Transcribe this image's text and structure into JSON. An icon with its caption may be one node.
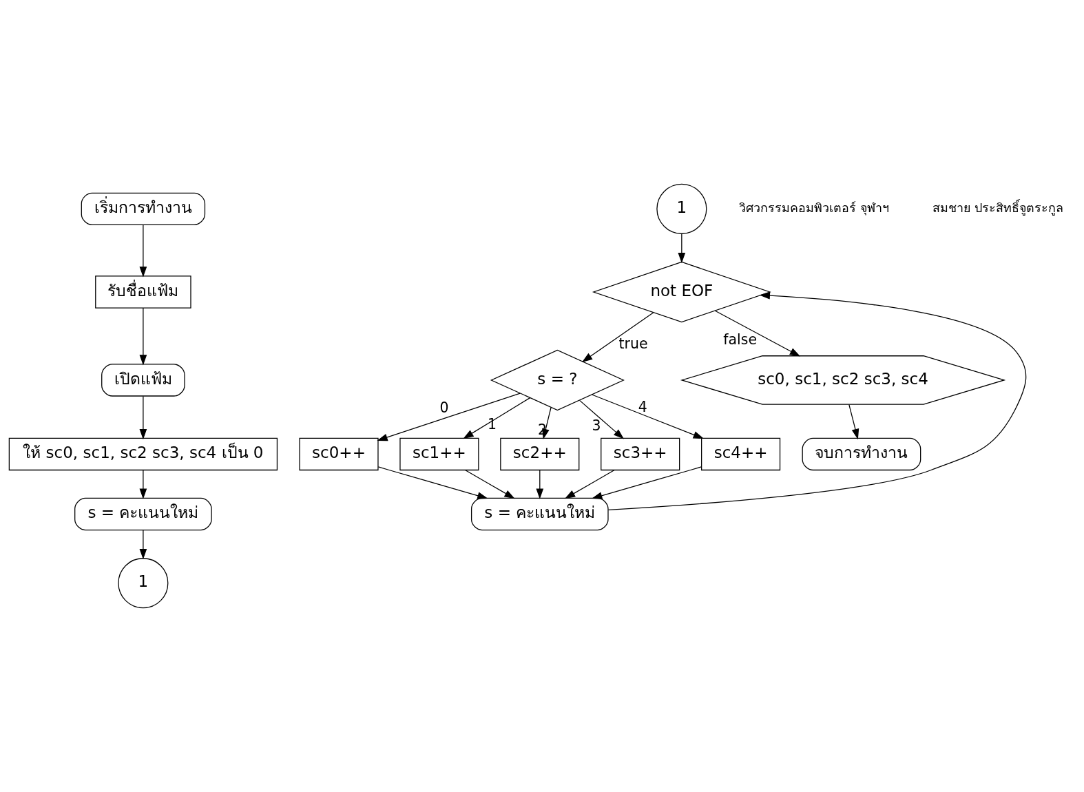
{
  "diagram": {
    "nodes": [
      {
        "text": [
          "เริ่มการทำงาน"
        ]
      },
      {
        "text": [
          "รับชื่อแฟ้ม"
        ]
      },
      {
        "text": [
          "เปิดแฟ้ม"
        ]
      },
      {
        "text": [
          "ให้ sc0, sc1, sc2 sc3, sc4 เป็น 0"
        ]
      },
      {
        "text": [
          "s = คะแนนใหม่"
        ]
      },
      {
        "text": [
          "1"
        ]
      },
      {
        "text": [
          "1"
        ]
      },
      {
        "text": [
          "not EOF"
        ]
      },
      {
        "text": [
          "s = ?"
        ]
      },
      {
        "text": [
          "sc0++"
        ]
      },
      {
        "text": [
          "sc1++"
        ]
      },
      {
        "text": [
          "sc2++"
        ]
      },
      {
        "text": [
          "sc3++"
        ]
      },
      {
        "text": [
          "sc4++"
        ]
      },
      {
        "text": [
          "s = คะแนนใหม่"
        ]
      },
      {
        "text": [
          "sc0, sc1, sc2 sc3, sc4"
        ]
      },
      {
        "text": [
          "จบการทำงาน"
        ]
      }
    ],
    "edges": [
      {
        "from": 0,
        "to": 1,
        "arrow": "to"
      },
      {
        "from": 1,
        "to": 2,
        "arrow": "to"
      },
      {
        "from": 2,
        "to": 3,
        "arrow": "to"
      },
      {
        "from": 3,
        "to": 4,
        "arrow": "to"
      },
      {
        "from": 4,
        "to": 5,
        "arrow": "to"
      },
      {
        "from": 6,
        "to": 7,
        "arrow": "to"
      },
      {
        "from": 7,
        "to": 8,
        "arrow": "to",
        "label": "true"
      },
      {
        "from": 8,
        "to": 9,
        "arrow": "to",
        "label": "0"
      },
      {
        "from": 8,
        "to": 10,
        "arrow": "to",
        "label": "1"
      },
      {
        "from": 8,
        "to": 11,
        "arrow": "to",
        "label": "2"
      },
      {
        "from": 8,
        "to": 12,
        "arrow": "to",
        "label": "3"
      },
      {
        "from": 8,
        "to": 13,
        "arrow": "to",
        "label": "4"
      },
      {
        "from": 9,
        "to": 14,
        "arrow": "to"
      },
      {
        "from": 10,
        "to": 14,
        "arrow": "to"
      },
      {
        "from": 11,
        "to": 14,
        "arrow": "to"
      },
      {
        "from": 12,
        "to": 14,
        "arrow": "to"
      },
      {
        "from": 13,
        "to": 14,
        "arrow": "to"
      },
      {
        "from": 14,
        "to": 7,
        "arrow": "to"
      },
      {
        "from": 7,
        "to": 15,
        "arrow": "to",
        "label": "false"
      },
      {
        "from": 15,
        "to": 16,
        "arrow": "to"
      }
    ],
    "labels": [
      "วิศวกรรมคอมพิวเตอร์ จุฬาฯ",
      "สมชาย ประสิทธิ์จูตระกูล"
    ]
  }
}
